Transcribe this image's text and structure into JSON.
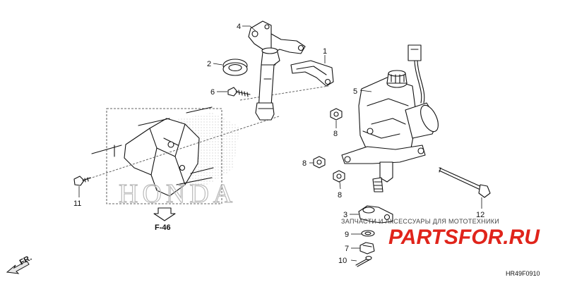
{
  "callouts": {
    "c1": "1",
    "c2": "2",
    "c3": "3",
    "c4": "4",
    "c5": "5",
    "c6": "6",
    "c7": "7",
    "c8a": "8",
    "c8b": "8",
    "c8c": "8",
    "c9": "9",
    "c10": "10",
    "c11": "11",
    "c12": "12"
  },
  "reference_label": "F-46",
  "direction_label": "FR.",
  "diagram_code": "HR49F0910",
  "watermark": {
    "caption": "ЗАПЧАСТИ И АКСЕССУАРЫ ДЛЯ МОТОТЕХНИКИ",
    "logo": "PARTSFOR.RU",
    "brand": "HONDA"
  }
}
